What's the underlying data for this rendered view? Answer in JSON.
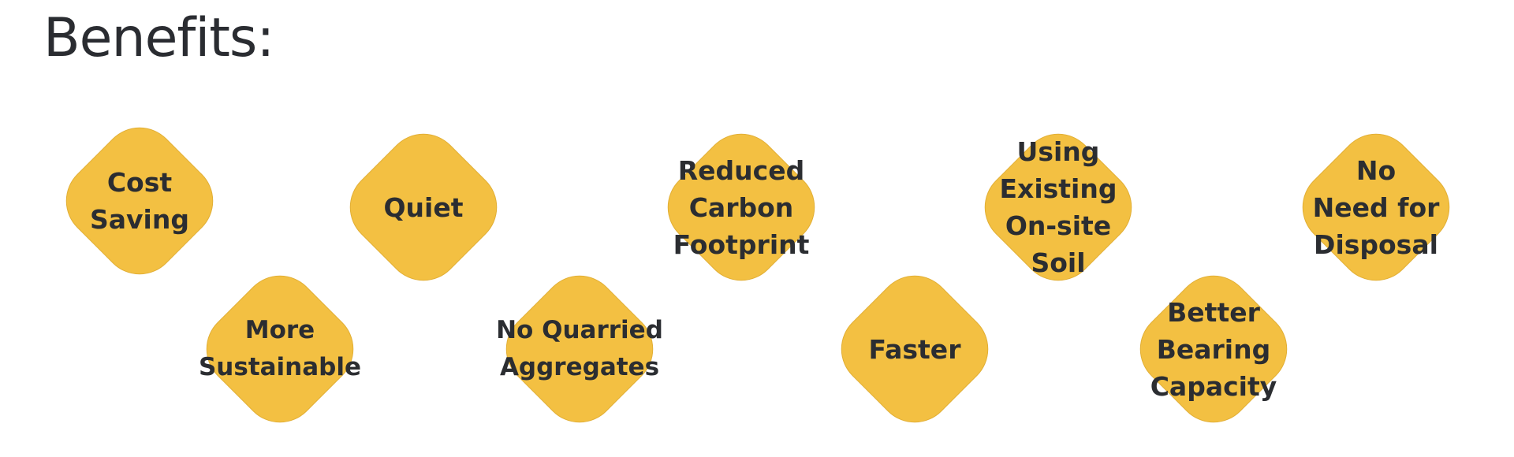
{
  "heading": "Benefits:",
  "accent_color": "#f3c042",
  "text_color": "#2b2d31",
  "benefits": [
    {
      "label": "Cost\nSaving"
    },
    {
      "label": "More\nSustainable"
    },
    {
      "label": "Quiet"
    },
    {
      "label": "No Quarried\nAggregates"
    },
    {
      "label": "Reduced\nCarbon\nFootprint"
    },
    {
      "label": "Faster"
    },
    {
      "label": "Using\nExisting\nOn-site\nSoil"
    },
    {
      "label": "Better\nBearing\nCapacity"
    },
    {
      "label": "No\nNeed for\nDisposal"
    }
  ]
}
